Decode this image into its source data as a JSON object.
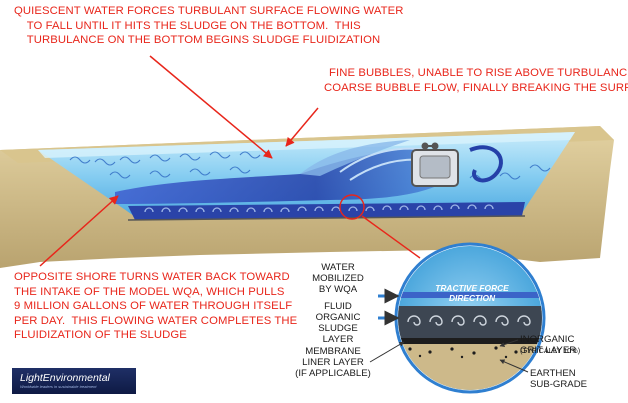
{
  "notes": {
    "top": "QUIESCENT WATER FORCES TURBULANT SURFACE FLOWING WATER\n    TO FALL UNTIL IT HITS THE SLUDGE ON THE BOTTOM.  THIS\n    TURBULANCE ON THE BOTTOM BEGINS SLUDGE FLUIDIZATION",
    "right": "FINE BUBBLES, UNABLE TO RISE ABOVE TURBULANCE OF\nCOARSE BUBBLE FLOW, FINALLY BREAKING THE SURFACE",
    "bottom": "OPPOSITE SHORE TURNS WATER BACK TOWARD\nTHE INTAKE OF THE MODEL WQA, WHICH PULLS\n9 MILLION GALLONS OF WATER THROUGH ITSELF\nPER DAY.  THIS FLOWING WATER COMPLETES THE\nFLUIDIZATION OF THE SLUDGE"
  },
  "callout": {
    "tractive_force": "TRACTIVE FORCE DIRECTION",
    "water_mobilized": "WATER\nMOBILIZED\nBY WQA",
    "fluid_sludge": "FLUID\nORGANIC\nSLUDGE\nLAYER",
    "membrane": "MEMBRANE\nLINER LAYER\n(IF APPLICABLE)",
    "grit": "INORGANIC\nGRIT LAYER",
    "grit_note": "(TYPICALLY 10%)",
    "earthen": "EARTHEN\nSUB-GRADE"
  },
  "logo": {
    "name": "LightEnvironmental",
    "tagline": "Worldwide leaders in sustainable treatment"
  },
  "colors": {
    "annotation": "#e8261b",
    "water": "#7fc8ef",
    "sludge": "#2a43a8",
    "sand": "#cdb98a",
    "brand": "#1f2f66"
  }
}
